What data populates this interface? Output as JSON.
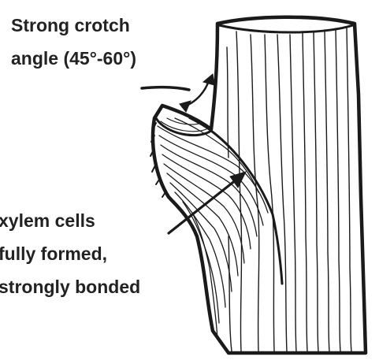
{
  "labels": {
    "crotch_line1": "Strong crotch",
    "crotch_line2": "angle (45°-60°)",
    "xylem_line1": "xylem cells",
    "xylem_line2": "fully formed,",
    "xylem_line3": "strongly bonded"
  },
  "colors": {
    "ink": "#1a1a1a",
    "text": "#222222",
    "background": "#ffffff"
  }
}
